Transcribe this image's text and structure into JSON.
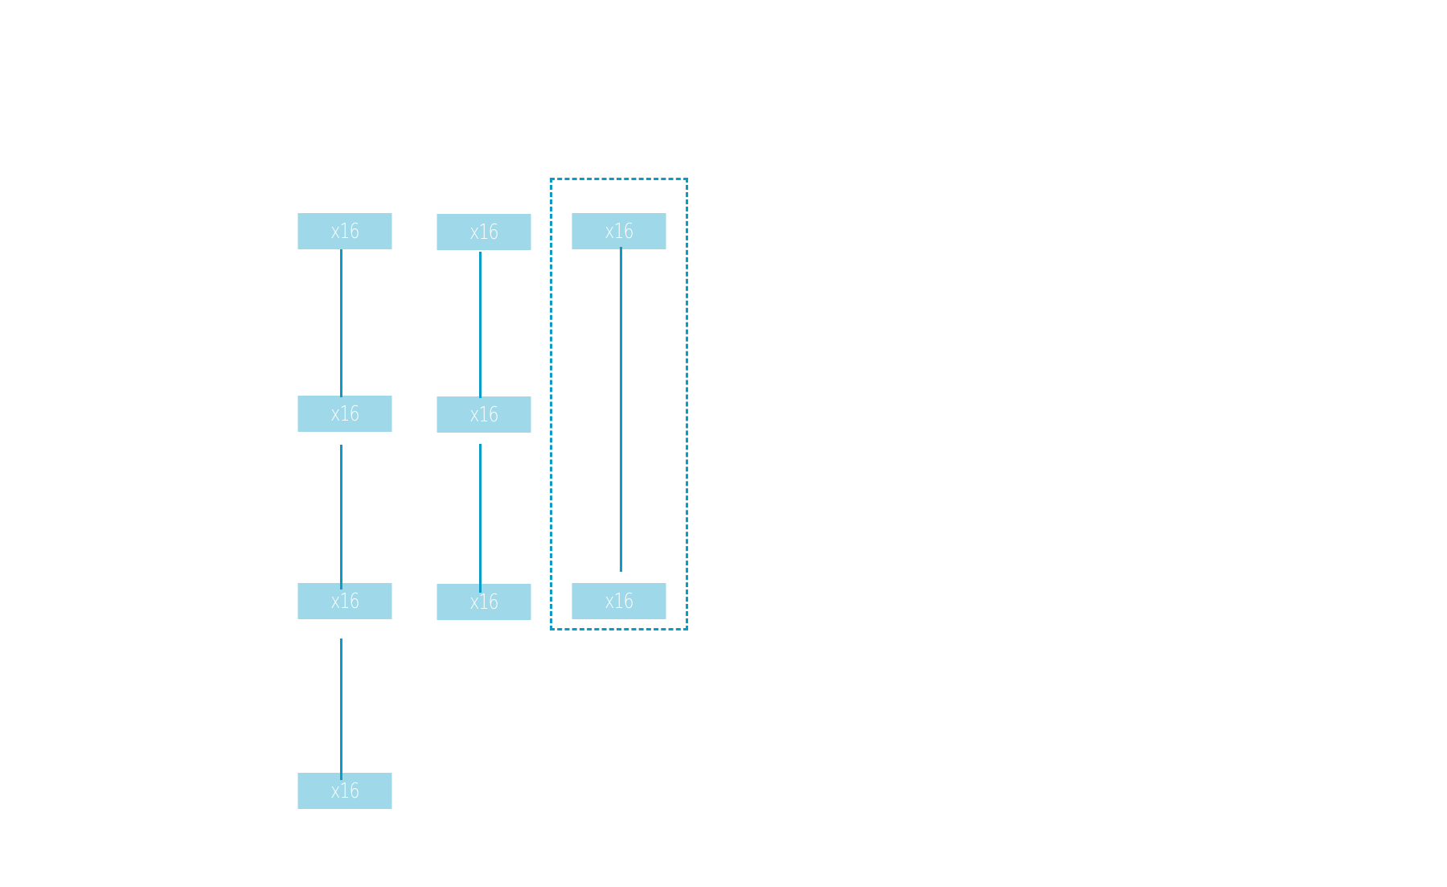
{
  "colors": {
    "node_fill": "#9fd8e8",
    "node_text": "#ffffff",
    "connector": "#0a9bc6",
    "group_border": "#0a9bc6"
  },
  "columns": [
    {
      "nodes": [
        {
          "label": "x16"
        },
        {
          "label": "x16"
        },
        {
          "label": "x16"
        },
        {
          "label": "x16"
        }
      ]
    },
    {
      "nodes": [
        {
          "label": "x16"
        },
        {
          "label": "x16"
        },
        {
          "label": "x16"
        }
      ]
    },
    {
      "nodes": [
        {
          "label": "x16"
        },
        {
          "label": "x16"
        }
      ],
      "grouped": true
    }
  ]
}
